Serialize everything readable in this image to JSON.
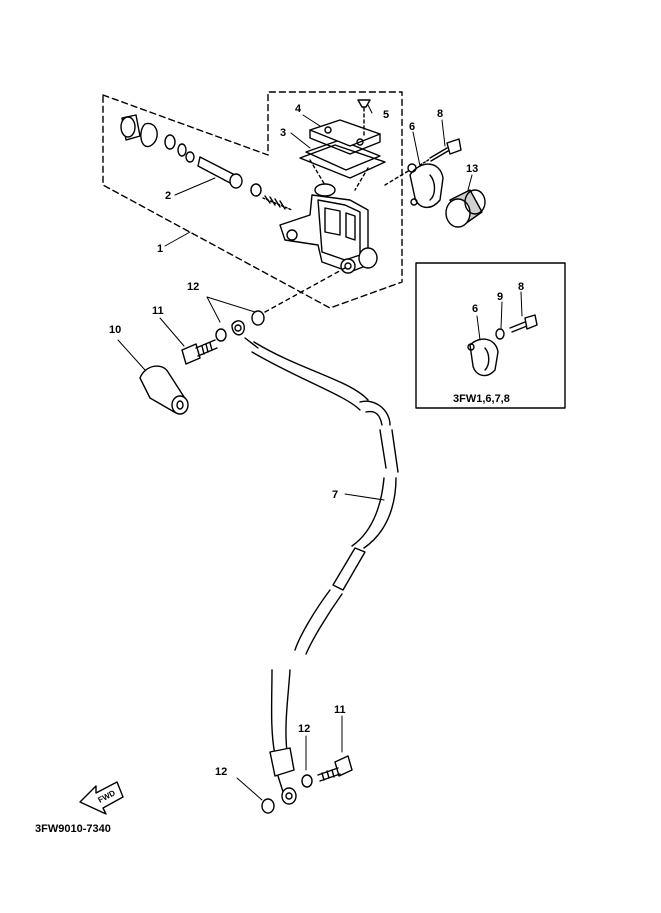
{
  "labels": {
    "p1": "1",
    "p2": "2",
    "p3": "3",
    "p4": "4",
    "p5": "5",
    "p6": "6",
    "p8": "8",
    "p13": "13",
    "p12a": "12",
    "p11a": "11",
    "p10": "10",
    "p7": "7",
    "p11b": "11",
    "p12b": "12",
    "p12c": "12",
    "inset6": "6",
    "inset9": "9",
    "inset8": "8"
  },
  "inset_caption": "3FW1,6,7,8",
  "fwd_label": "FWD",
  "diagram_code": "3FW9010-7340",
  "colors": {
    "ink": "#000000",
    "paper": "#ffffff",
    "shade": "#bdbdbd"
  }
}
